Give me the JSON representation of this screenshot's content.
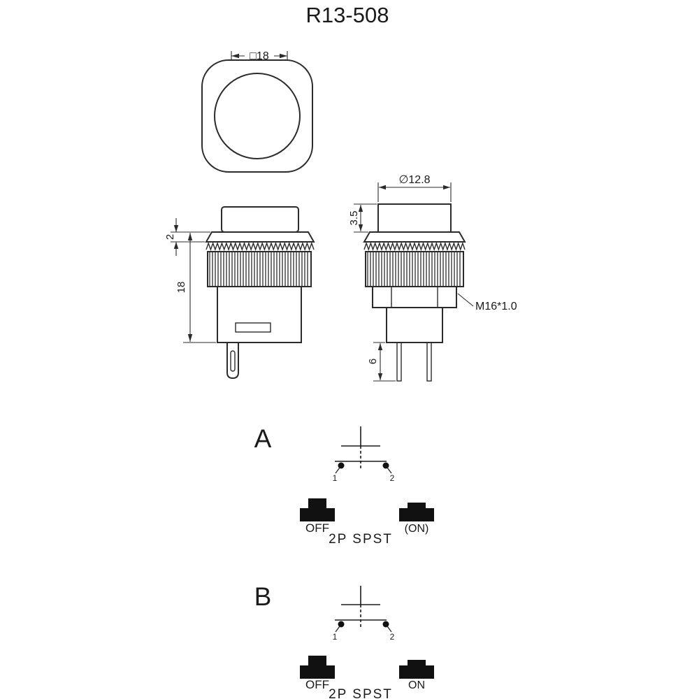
{
  "title": "R13-508",
  "top_view": {
    "dim_square": "□18"
  },
  "front_view": {
    "dim_flange_height": "2",
    "dim_body_height": "18"
  },
  "side_view": {
    "dim_cap_diameter": "∅12.8",
    "dim_cap_height": "3.5",
    "thread_spec": "M16*1.0",
    "dim_pin_length": "6"
  },
  "circuit_a": {
    "label": "A",
    "terminal_1": "1",
    "terminal_2": "2",
    "button_off": "OFF",
    "button_on": "(ON)",
    "switch_type": "2P SPST"
  },
  "circuit_b": {
    "label": "B",
    "terminal_1": "1",
    "terminal_2": "2",
    "button_off": "OFF",
    "button_on": "ON",
    "switch_type": "2P SPST"
  }
}
